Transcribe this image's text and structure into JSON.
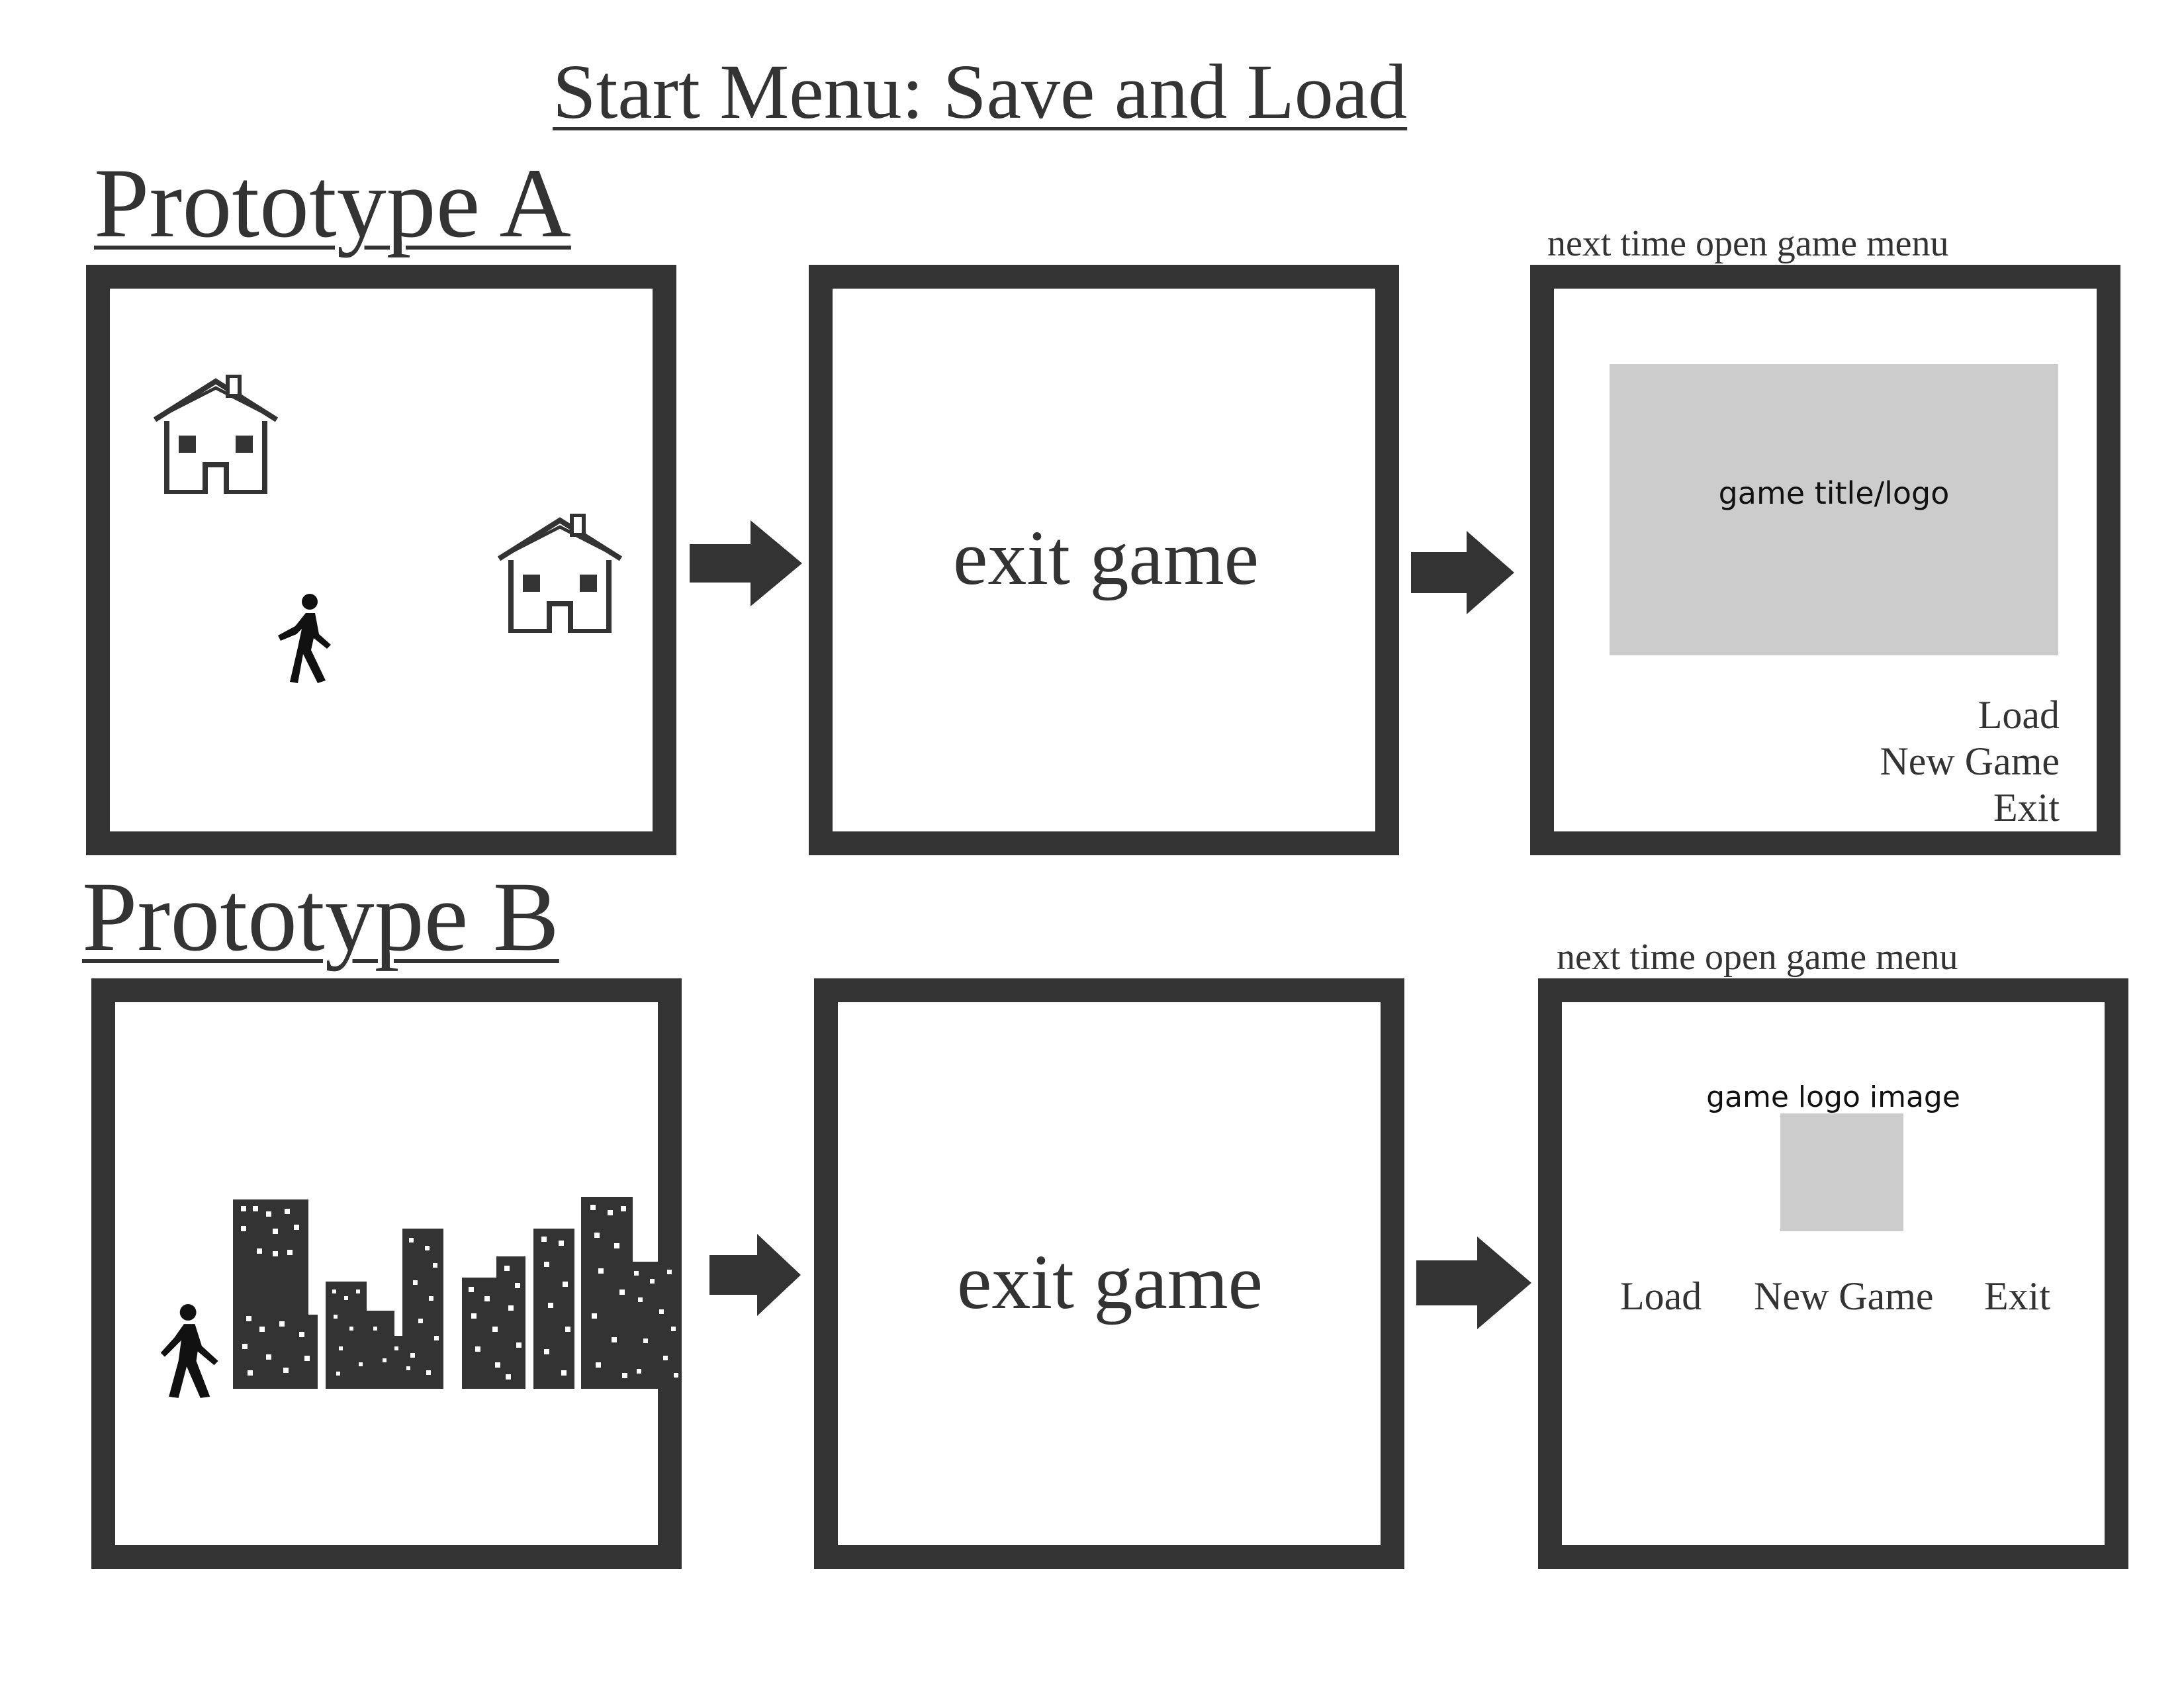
{
  "title": "Start Menu: Save and Load",
  "prototypes": [
    {
      "heading": "Prototype A",
      "exit_text": "exit game",
      "caption": "next time open game menu",
      "logo_label": "game title/logo",
      "menu": [
        "Load",
        "New Game",
        "Exit"
      ]
    },
    {
      "heading": "Prototype B",
      "exit_text": "exit game",
      "caption": "next time open game menu",
      "logo_label": "game logo image",
      "menu": [
        "Load",
        "New Game",
        "Exit"
      ]
    }
  ],
  "icons": {
    "house": "house-icon",
    "walker": "pedestrian-icon",
    "arrow": "right-arrow-icon",
    "skyline": "city-skyline-icon"
  },
  "colors": {
    "frame": "#333333",
    "placeholder": "#cccccc",
    "background": "#ffffff"
  }
}
